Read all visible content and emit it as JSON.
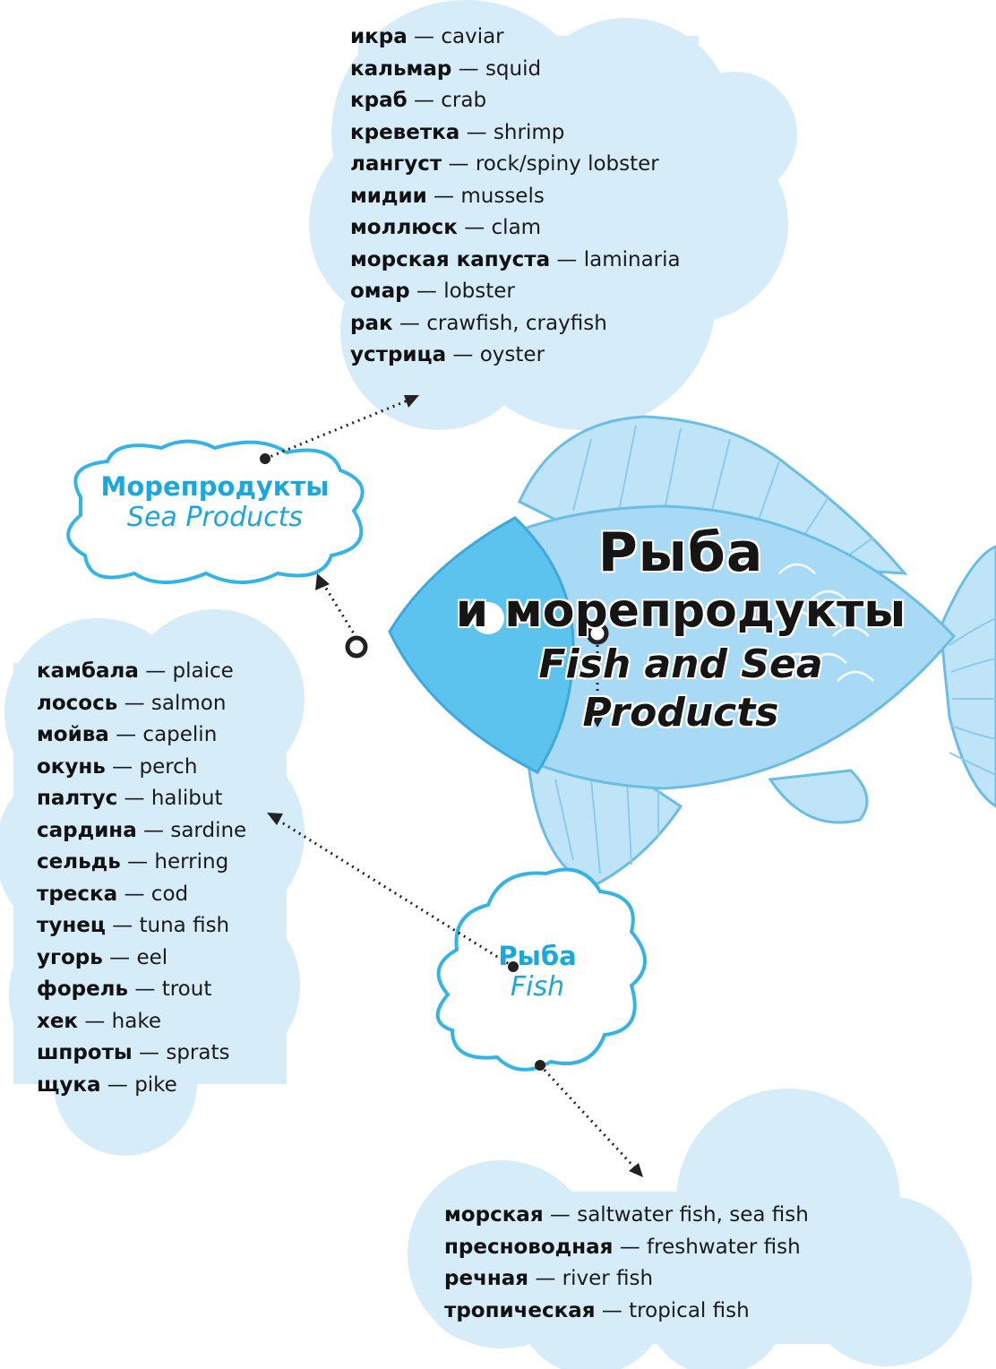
{
  "center": {
    "title_ru_line1": "Рыба",
    "title_ru_line2": "и морепродукты",
    "title_en_line1": "Fish and Sea",
    "title_en_line2": "Products"
  },
  "nodes": {
    "seafood": {
      "ru": "Морепродукты",
      "en": "Sea Products"
    },
    "fish": {
      "ru": "Рыба",
      "en": "Fish"
    }
  },
  "seafood_list": [
    {
      "ru": "икра",
      "en": "caviar"
    },
    {
      "ru": "кальмар",
      "en": "squid"
    },
    {
      "ru": "краб",
      "en": "crab"
    },
    {
      "ru": "креветка",
      "en": "shrimp"
    },
    {
      "ru": "лангуст",
      "en": "rock/spiny lobster"
    },
    {
      "ru": "мидии",
      "en": "mussels"
    },
    {
      "ru": "моллюск",
      "en": "clam"
    },
    {
      "ru": "морская капуста",
      "en": "laminaria"
    },
    {
      "ru": "омар",
      "en": "lobster"
    },
    {
      "ru": "рак",
      "en": "crawfish, crayfish"
    },
    {
      "ru": "устрица",
      "en": "oyster"
    }
  ],
  "fish_list": [
    {
      "ru": "камбала",
      "en": "plaice"
    },
    {
      "ru": "лосось",
      "en": "salmon"
    },
    {
      "ru": "мойва",
      "en": "capelin"
    },
    {
      "ru": "окунь",
      "en": "perch"
    },
    {
      "ru": "палтус",
      "en": "halibut"
    },
    {
      "ru": "сардина",
      "en": "sardine"
    },
    {
      "ru": "сельдь",
      "en": "herring"
    },
    {
      "ru": "треска",
      "en": "cod"
    },
    {
      "ru": "тунец",
      "en": "tuna fish"
    },
    {
      "ru": "угорь",
      "en": "eel"
    },
    {
      "ru": "форель",
      "en": "trout"
    },
    {
      "ru": "хек",
      "en": "hake"
    },
    {
      "ru": "шпроты",
      "en": "sprats"
    },
    {
      "ru": "щука",
      "en": "pike"
    }
  ],
  "fish_types_list": [
    {
      "ru": "морская",
      "en": "saltwater fish, sea fish"
    },
    {
      "ru": "пресноводная",
      "en": "freshwater fish"
    },
    {
      "ru": "речная",
      "en": "river fish"
    },
    {
      "ru": "тропическая",
      "en": "tropical fish"
    }
  ],
  "separator": "—",
  "colors": {
    "cloud_fill": "#d6ecf9",
    "fish_body": "#a8d9f5",
    "fish_head": "#5cc2ee",
    "fish_outline": "#6bbde6",
    "accent_text": "#1aa7df"
  }
}
